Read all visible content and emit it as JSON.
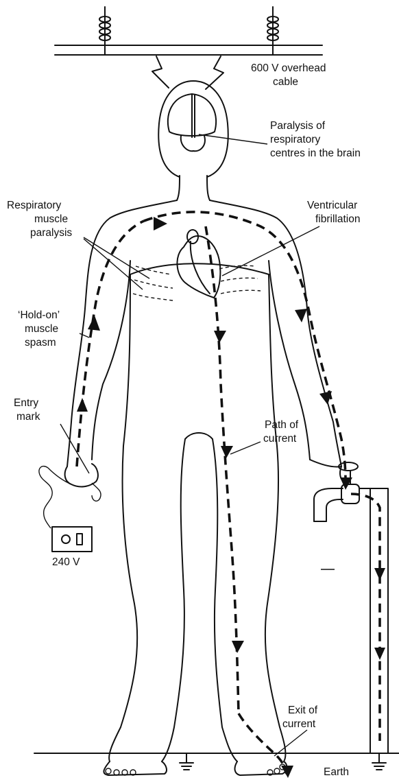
{
  "labels": {
    "cable_line1": "600 V overhead",
    "cable_line2": "cable",
    "brain_line1": "Paralysis of",
    "brain_line2": "respiratory",
    "brain_line3": "centres in the brain",
    "resp_line1": "Respiratory",
    "resp_line2": "muscle",
    "resp_line3": "paralysis",
    "vf_line1": "Ventricular",
    "vf_line2": "fibrillation",
    "holdon_line1": "‘Hold-on’",
    "holdon_line2": "muscle",
    "holdon_line3": "spasm",
    "entry_line1": "Entry",
    "entry_line2": "mark",
    "path_line1": "Path of",
    "path_line2": "current",
    "voltage": "240 V",
    "exit_line1": "Exit of",
    "exit_line2": "current",
    "earth": "Earth"
  }
}
